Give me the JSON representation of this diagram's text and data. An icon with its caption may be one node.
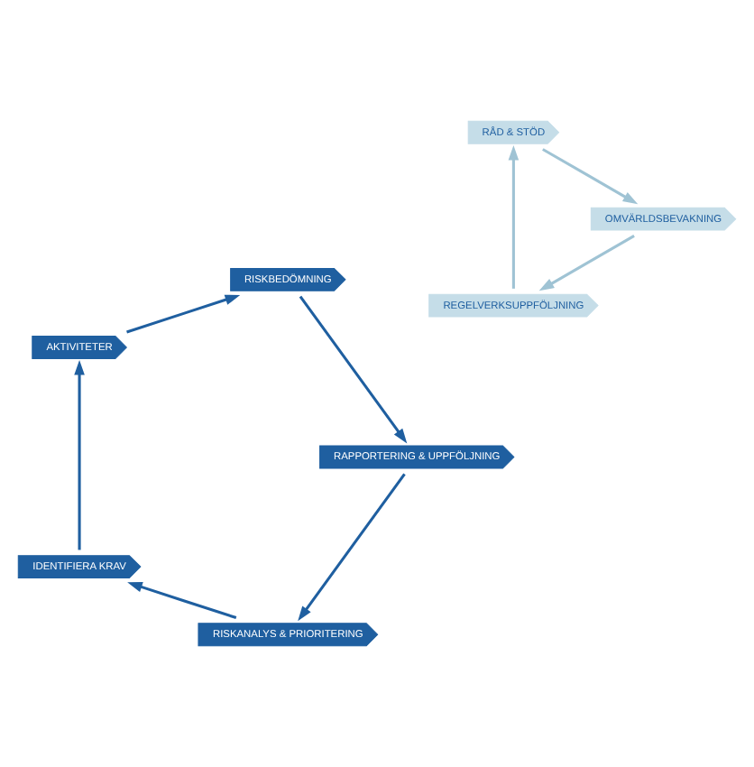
{
  "diagram": {
    "nodes": [
      {
        "text": [
          "RISKANALYS & PRIORITERING"
        ]
      },
      {
        "text": [
          "IDENTIFIERA KRAV"
        ]
      },
      {
        "text": [
          "AKTIVITETER"
        ]
      },
      {
        "text": [
          "RISKBEDÖMNING"
        ]
      },
      {
        "text": [
          "RAPPORTERING & UPPFÖLJNING"
        ]
      },
      {
        "text": [
          "REGELVERKSUPPFÖLJNING"
        ]
      },
      {
        "text": [
          "RÅD & STÖD"
        ]
      },
      {
        "text": [
          "OMVÄRLDSBEVAKNING"
        ]
      }
    ],
    "edges": [
      {
        "from": 0,
        "to": 1,
        "arrow": "to"
      },
      {
        "from": 1,
        "to": 2,
        "arrow": "to"
      },
      {
        "from": 2,
        "to": 3,
        "arrow": "to"
      },
      {
        "from": 3,
        "to": 4,
        "arrow": "to"
      },
      {
        "from": 4,
        "to": 0,
        "arrow": "to"
      },
      {
        "from": 5,
        "to": 6,
        "arrow": "to",
        "color": "#9fc3d4"
      },
      {
        "from": 6,
        "to": 7,
        "arrow": "to",
        "color": "#9fc3d4"
      },
      {
        "from": 7,
        "to": 5,
        "arrow": "to",
        "color": "#9fc3d4"
      }
    ]
  }
}
